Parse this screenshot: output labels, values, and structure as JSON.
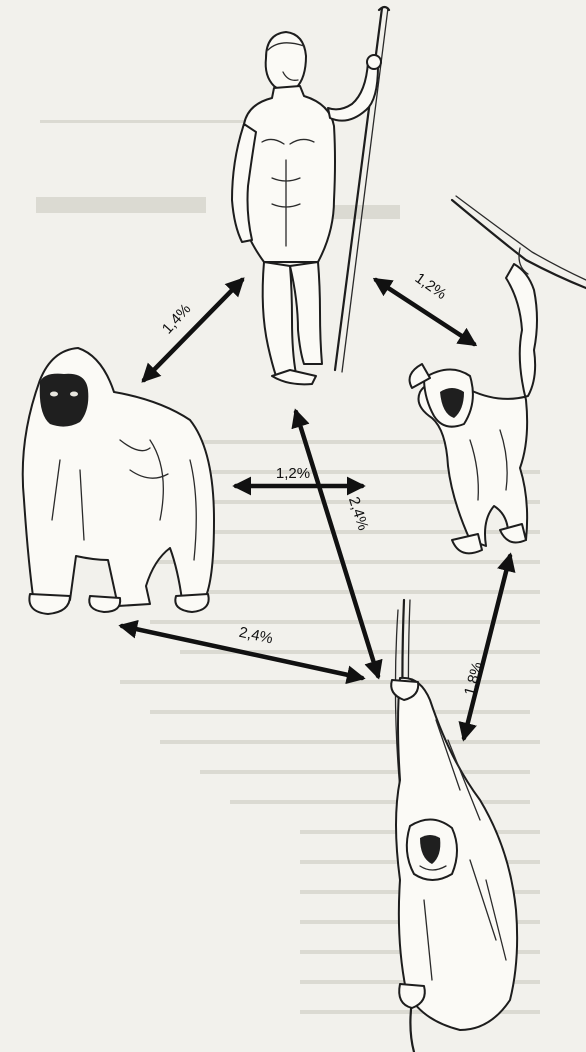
{
  "relations": [
    {
      "id": "human-chimp",
      "label": "1,2%"
    },
    {
      "id": "human-gorilla",
      "label": "1,4%"
    },
    {
      "id": "gorilla-chimp",
      "label": "1,2%"
    },
    {
      "id": "human-orangutan",
      "label": "2,4%"
    },
    {
      "id": "gorilla-orangutan",
      "label": "2,4%"
    },
    {
      "id": "chimp-orangutan",
      "label": "1,8%"
    }
  ],
  "figures": [
    {
      "id": "human",
      "icon": "human-figure-icon"
    },
    {
      "id": "gorilla",
      "icon": "gorilla-figure-icon"
    },
    {
      "id": "chimpanzee",
      "icon": "chimpanzee-figure-icon"
    },
    {
      "id": "orangutan",
      "icon": "orangutan-figure-icon"
    }
  ]
}
